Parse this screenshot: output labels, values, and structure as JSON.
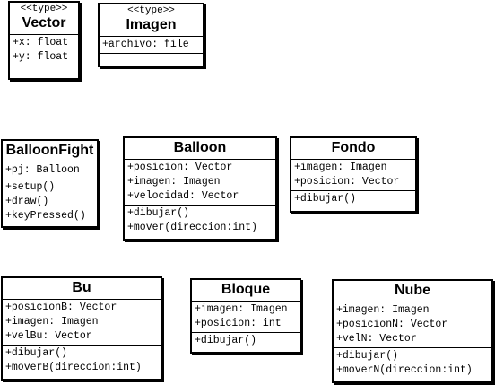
{
  "classes": {
    "vector": {
      "stereotype": "<<type>>",
      "name": "Vector",
      "attributes": [
        "+x: float",
        "+y: float"
      ],
      "methods": []
    },
    "imagen": {
      "stereotype": "<<type>>",
      "name": "Imagen",
      "attributes": [
        "+archivo: file"
      ],
      "methods": []
    },
    "balloonfight": {
      "name": "BalloonFight",
      "attributes": [
        "+pj: Balloon"
      ],
      "methods": [
        "+setup()",
        "+draw()",
        "+keyPressed()"
      ]
    },
    "balloon": {
      "name": "Balloon",
      "attributes": [
        "+posicion: Vector",
        "+imagen: Imagen",
        "+velocidad: Vector"
      ],
      "methods": [
        "+dibujar()",
        "+mover(direccion:int)"
      ]
    },
    "fondo": {
      "name": "Fondo",
      "attributes": [
        "+imagen: Imagen",
        "+posicion: Vector"
      ],
      "methods": [
        "+dibujar()"
      ]
    },
    "bu": {
      "name": "Bu",
      "attributes": [
        "+posicionB: Vector",
        "+imagen: Imagen",
        "+velBu: Vector"
      ],
      "methods": [
        "+dibujar()",
        "+moverB(direccion:int)"
      ]
    },
    "bloque": {
      "name": "Bloque",
      "attributes": [
        "+imagen: Imagen",
        "+posicion: int"
      ],
      "methods": [
        "+dibujar()"
      ]
    },
    "nube": {
      "name": "Nube",
      "attributes": [
        "+imagen: Imagen",
        "+posicionN: Vector",
        "+velN: Vector"
      ],
      "methods": [
        "+dibujar()",
        "+moverN(direccion:int)"
      ]
    }
  }
}
